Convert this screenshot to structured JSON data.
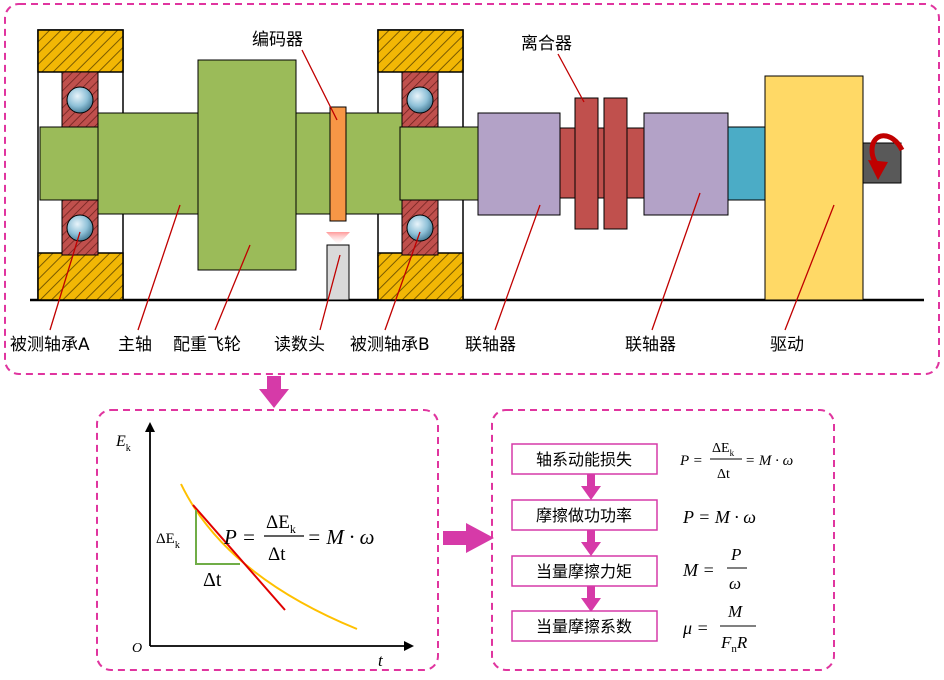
{
  "labels": {
    "encoder": "编码器",
    "clutch": "离合器",
    "bearing_a": "被测轴承A",
    "main_shaft": "主轴",
    "flywheel": "配重飞轮",
    "read_head": "读数头",
    "bearing_b": "被测轴承B",
    "coupling_1": "联轴器",
    "coupling_2": "联轴器",
    "drive": "驱动"
  },
  "graph": {
    "y_axis": "E",
    "y_axis_sub": "k",
    "x_axis": "t",
    "origin": "O",
    "delta_e": "ΔE",
    "delta_e_sub": "k",
    "delta_t": "Δt",
    "formula_lhs": "P =",
    "formula_num": "ΔE",
    "formula_num_sub": "k",
    "formula_den": "Δt",
    "formula_rhs": "= M · ω"
  },
  "steps": [
    {
      "label": "轴系动能损失",
      "f_lhs": "P =",
      "f_num": "ΔE",
      "f_num_sub": "k",
      "f_den": "Δt",
      "f_rhs": "= M · ω"
    },
    {
      "label": "摩擦做功功率",
      "f_text": "P = M · ω"
    },
    {
      "label": "当量摩擦力矩",
      "f_lhs": "M =",
      "f_num": "P",
      "f_den": "ω"
    },
    {
      "label": "当量摩擦系数",
      "f_lhs": "μ =",
      "f_num": "M",
      "f_den": "F",
      "f_den_sub": "n",
      "f_den_tail": "R"
    }
  ],
  "colors": {
    "dashed_border": "#e0359f",
    "arrow": "#d63aa8",
    "shaft": "#9bbb59",
    "bearing_housing": "#f2b705",
    "bearing_ring": "#c0504d",
    "ball": "#8fc1d8",
    "encoder_disc": "#f79646",
    "coupling": "#b3a2c7",
    "clutch": "#c0504d",
    "connector": "#4bacc6",
    "drive": "#ffd966",
    "motor_shaft": "#595959",
    "rotation_arrow": "#c00000",
    "curve": "#ffc000",
    "tangent": "#e00000",
    "triangle": "#70ad47"
  }
}
